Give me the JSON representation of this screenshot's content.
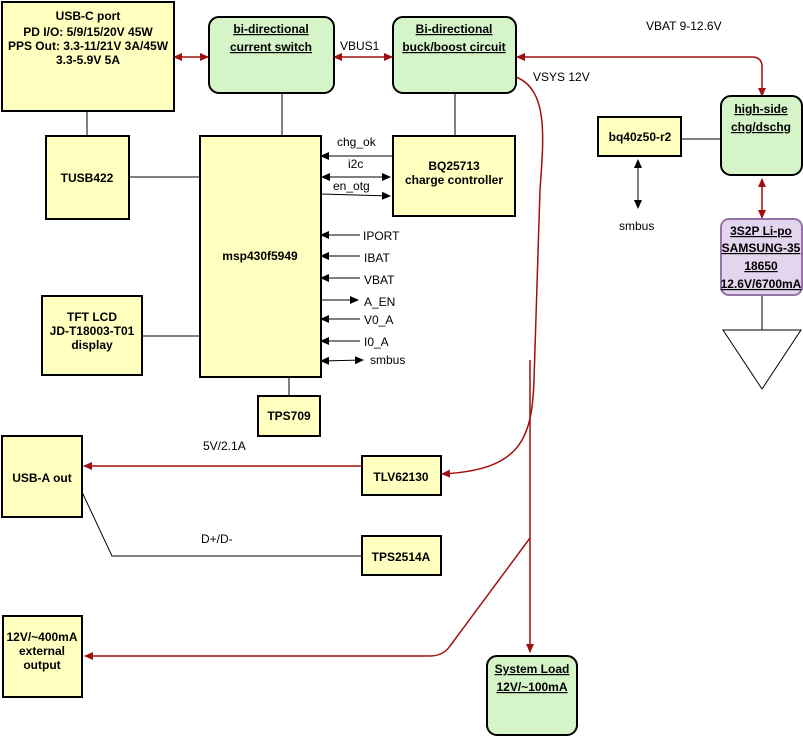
{
  "blocks": {
    "usbc": {
      "line1": "USB-C port",
      "line2": "PD I/O: 5/9/15/20V 45W",
      "line3": "PPS Out: 3.3-11/21V 3A/45W",
      "line4": "3.3-5.9V 5A"
    },
    "current_switch": {
      "line1": "bi-directional",
      "line2": "current switch"
    },
    "buck_boost": {
      "line1": "Bi-directional",
      "line2": "buck/boost circuit"
    },
    "tusb422": {
      "label": "TUSB422"
    },
    "mcu": {
      "label": "msp430f5949"
    },
    "charger": {
      "line1": "BQ25713",
      "line2": "charge controller"
    },
    "tft": {
      "line1": "TFT LCD",
      "line2": "JD-T18003-T01",
      "line3": "display"
    },
    "tps709": {
      "label": "TPS709"
    },
    "bq40z50": {
      "label": "bq40z50-r2"
    },
    "highside": {
      "line1": "high-side",
      "line2": "chg/dschg"
    },
    "battery": {
      "line1": "3S2P Li-po",
      "line2": "SAMSUNG-35",
      "line3": "18650",
      "line4": "12.6V/6700mA"
    },
    "usba": {
      "label": "USB-A out"
    },
    "tlv62130": {
      "label": "TLV62130"
    },
    "tps2514a": {
      "label": "TPS2514A"
    },
    "ext_output": {
      "line1": "12V/~400mA",
      "line2": "external",
      "line3": "output"
    },
    "system_load": {
      "line1": "System Load",
      "line2": "12V/~100mA"
    }
  },
  "signals": {
    "vbus1": "VBUS1",
    "vbat": "VBAT 9-12.6V",
    "vsys": "VSYS 12V",
    "chg_ok": "chg_ok",
    "i2c": "i2c",
    "en_otg": "en_otg",
    "iport": "IPORT",
    "ibat": "IBAT",
    "vbat_sense": "VBAT",
    "a_en": "A_EN",
    "v0_a": "V0_A",
    "i0_a": "I0_A",
    "smbus_mcu": "smbus",
    "smbus_gauge": "smbus",
    "usb_a_power": "5V/2.1A",
    "dp_dm": "D+/D-"
  },
  "colors": {
    "yellow_fill": "#ffffc0",
    "green_fill": "#d5f5c8",
    "purple_fill": "#e3d5ee",
    "purple_stroke": "#9673a6",
    "power_line": "#a01010"
  }
}
